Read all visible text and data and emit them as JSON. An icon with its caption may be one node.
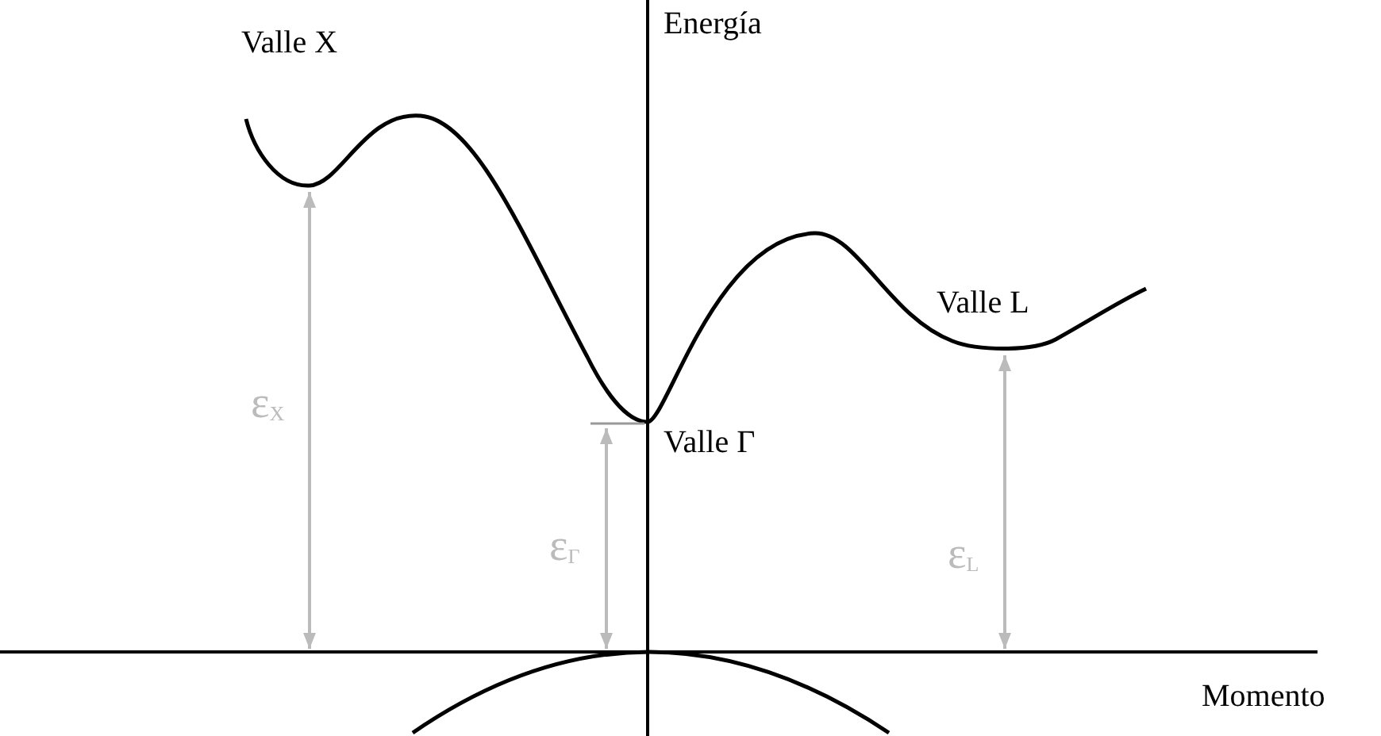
{
  "diagram": {
    "labels": [
      "Energía",
      "Valle X",
      "Valle L",
      "Valle Γ",
      "ε$_{X}$",
      "ε$_{Γ}$",
      "ε$_{L}$",
      "Momento"
    ]
  }
}
